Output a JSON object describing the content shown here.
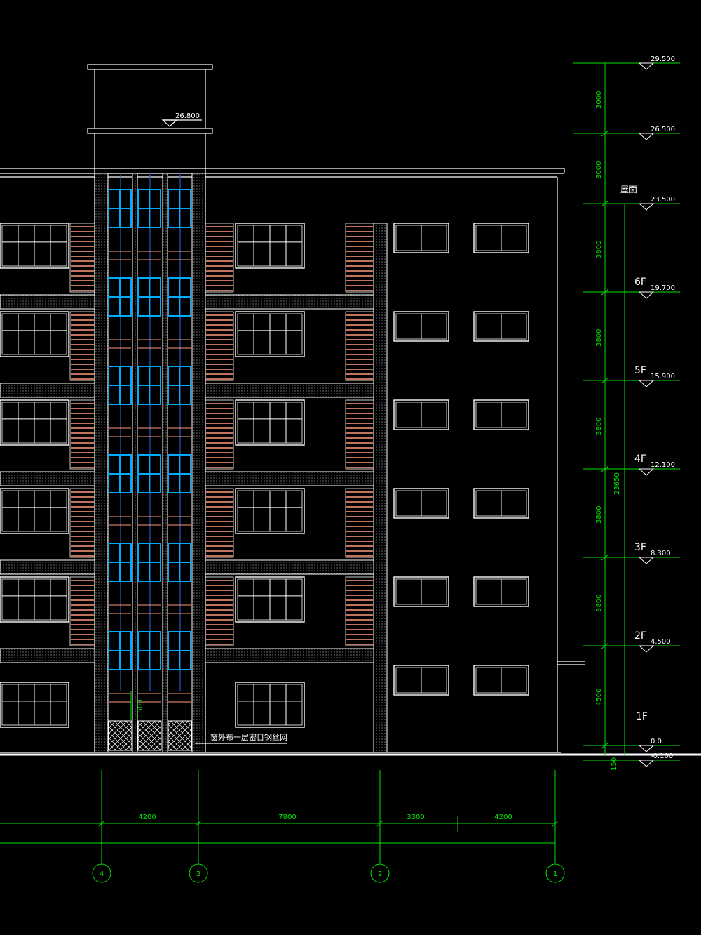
{
  "title": "",
  "levels": [
    {
      "mark": "29.500",
      "floor": ""
    },
    {
      "mark": "26.500",
      "floor": ""
    },
    {
      "mark": "23.500",
      "floor": "屋面"
    },
    {
      "mark": "19.700",
      "floor": "6F"
    },
    {
      "mark": "15.900",
      "floor": "5F"
    },
    {
      "mark": "12.100",
      "floor": "4F"
    },
    {
      "mark": "8.300",
      "floor": "3F"
    },
    {
      "mark": "4.500",
      "floor": "2F"
    },
    {
      "mark": "0.0",
      "floor": "1F"
    },
    {
      "mark": "-0.100",
      "floor": ""
    }
  ],
  "vertical_dims": [
    "3000",
    "3000",
    "3800",
    "3800",
    "3800",
    "3800",
    "3800",
    "4500",
    "150"
  ],
  "total_height_dim": "23650",
  "stair_top_mark": "26.800",
  "stair_dim": "1500",
  "annotation": "窗外布一层密目钢丝网",
  "axis_dims": [
    "4200",
    "7800",
    "3300",
    "4200"
  ],
  "axes": [
    "4",
    "3",
    "2",
    "1"
  ],
  "colors": {
    "grid": "#00e400",
    "line": "#ffffff",
    "glass": "#00aaff",
    "louver": "#ff9a7a"
  }
}
